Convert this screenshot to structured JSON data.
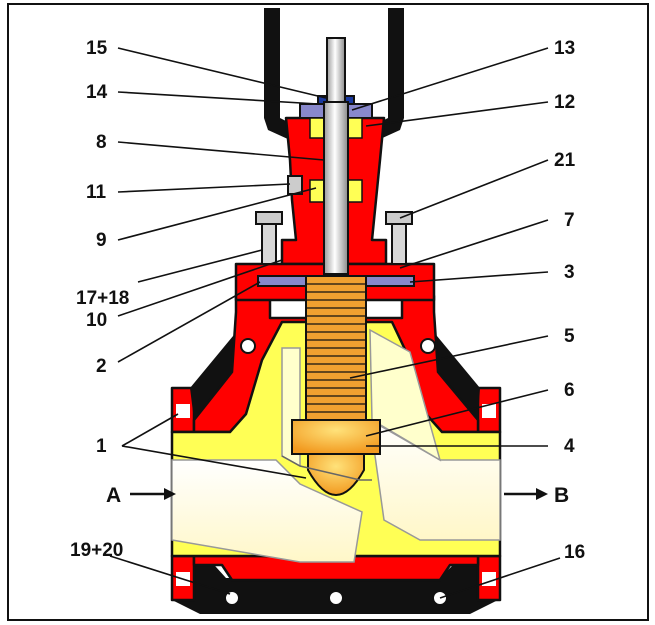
{
  "labels": {
    "l15": "15",
    "l14": "14",
    "l8": "8",
    "l11": "11",
    "l9": "9",
    "l17_18": "17+18",
    "l10": "10",
    "l2": "2",
    "l1": "1",
    "l19_20": "19+20",
    "l13": "13",
    "l12": "12",
    "l21": "21",
    "l7": "7",
    "l3": "3",
    "l5": "5",
    "l6": "6",
    "l4": "4",
    "l16": "16"
  },
  "flow": {
    "inlet": "A",
    "outlet": "B"
  },
  "colors": {
    "body": "#ffff55",
    "bonnet": "#ff0000",
    "jacket": "#111111",
    "bellows": "#f0a030",
    "plug": "#ffb030",
    "gasket": "#8888cc",
    "stem": "#d8d8d8"
  }
}
